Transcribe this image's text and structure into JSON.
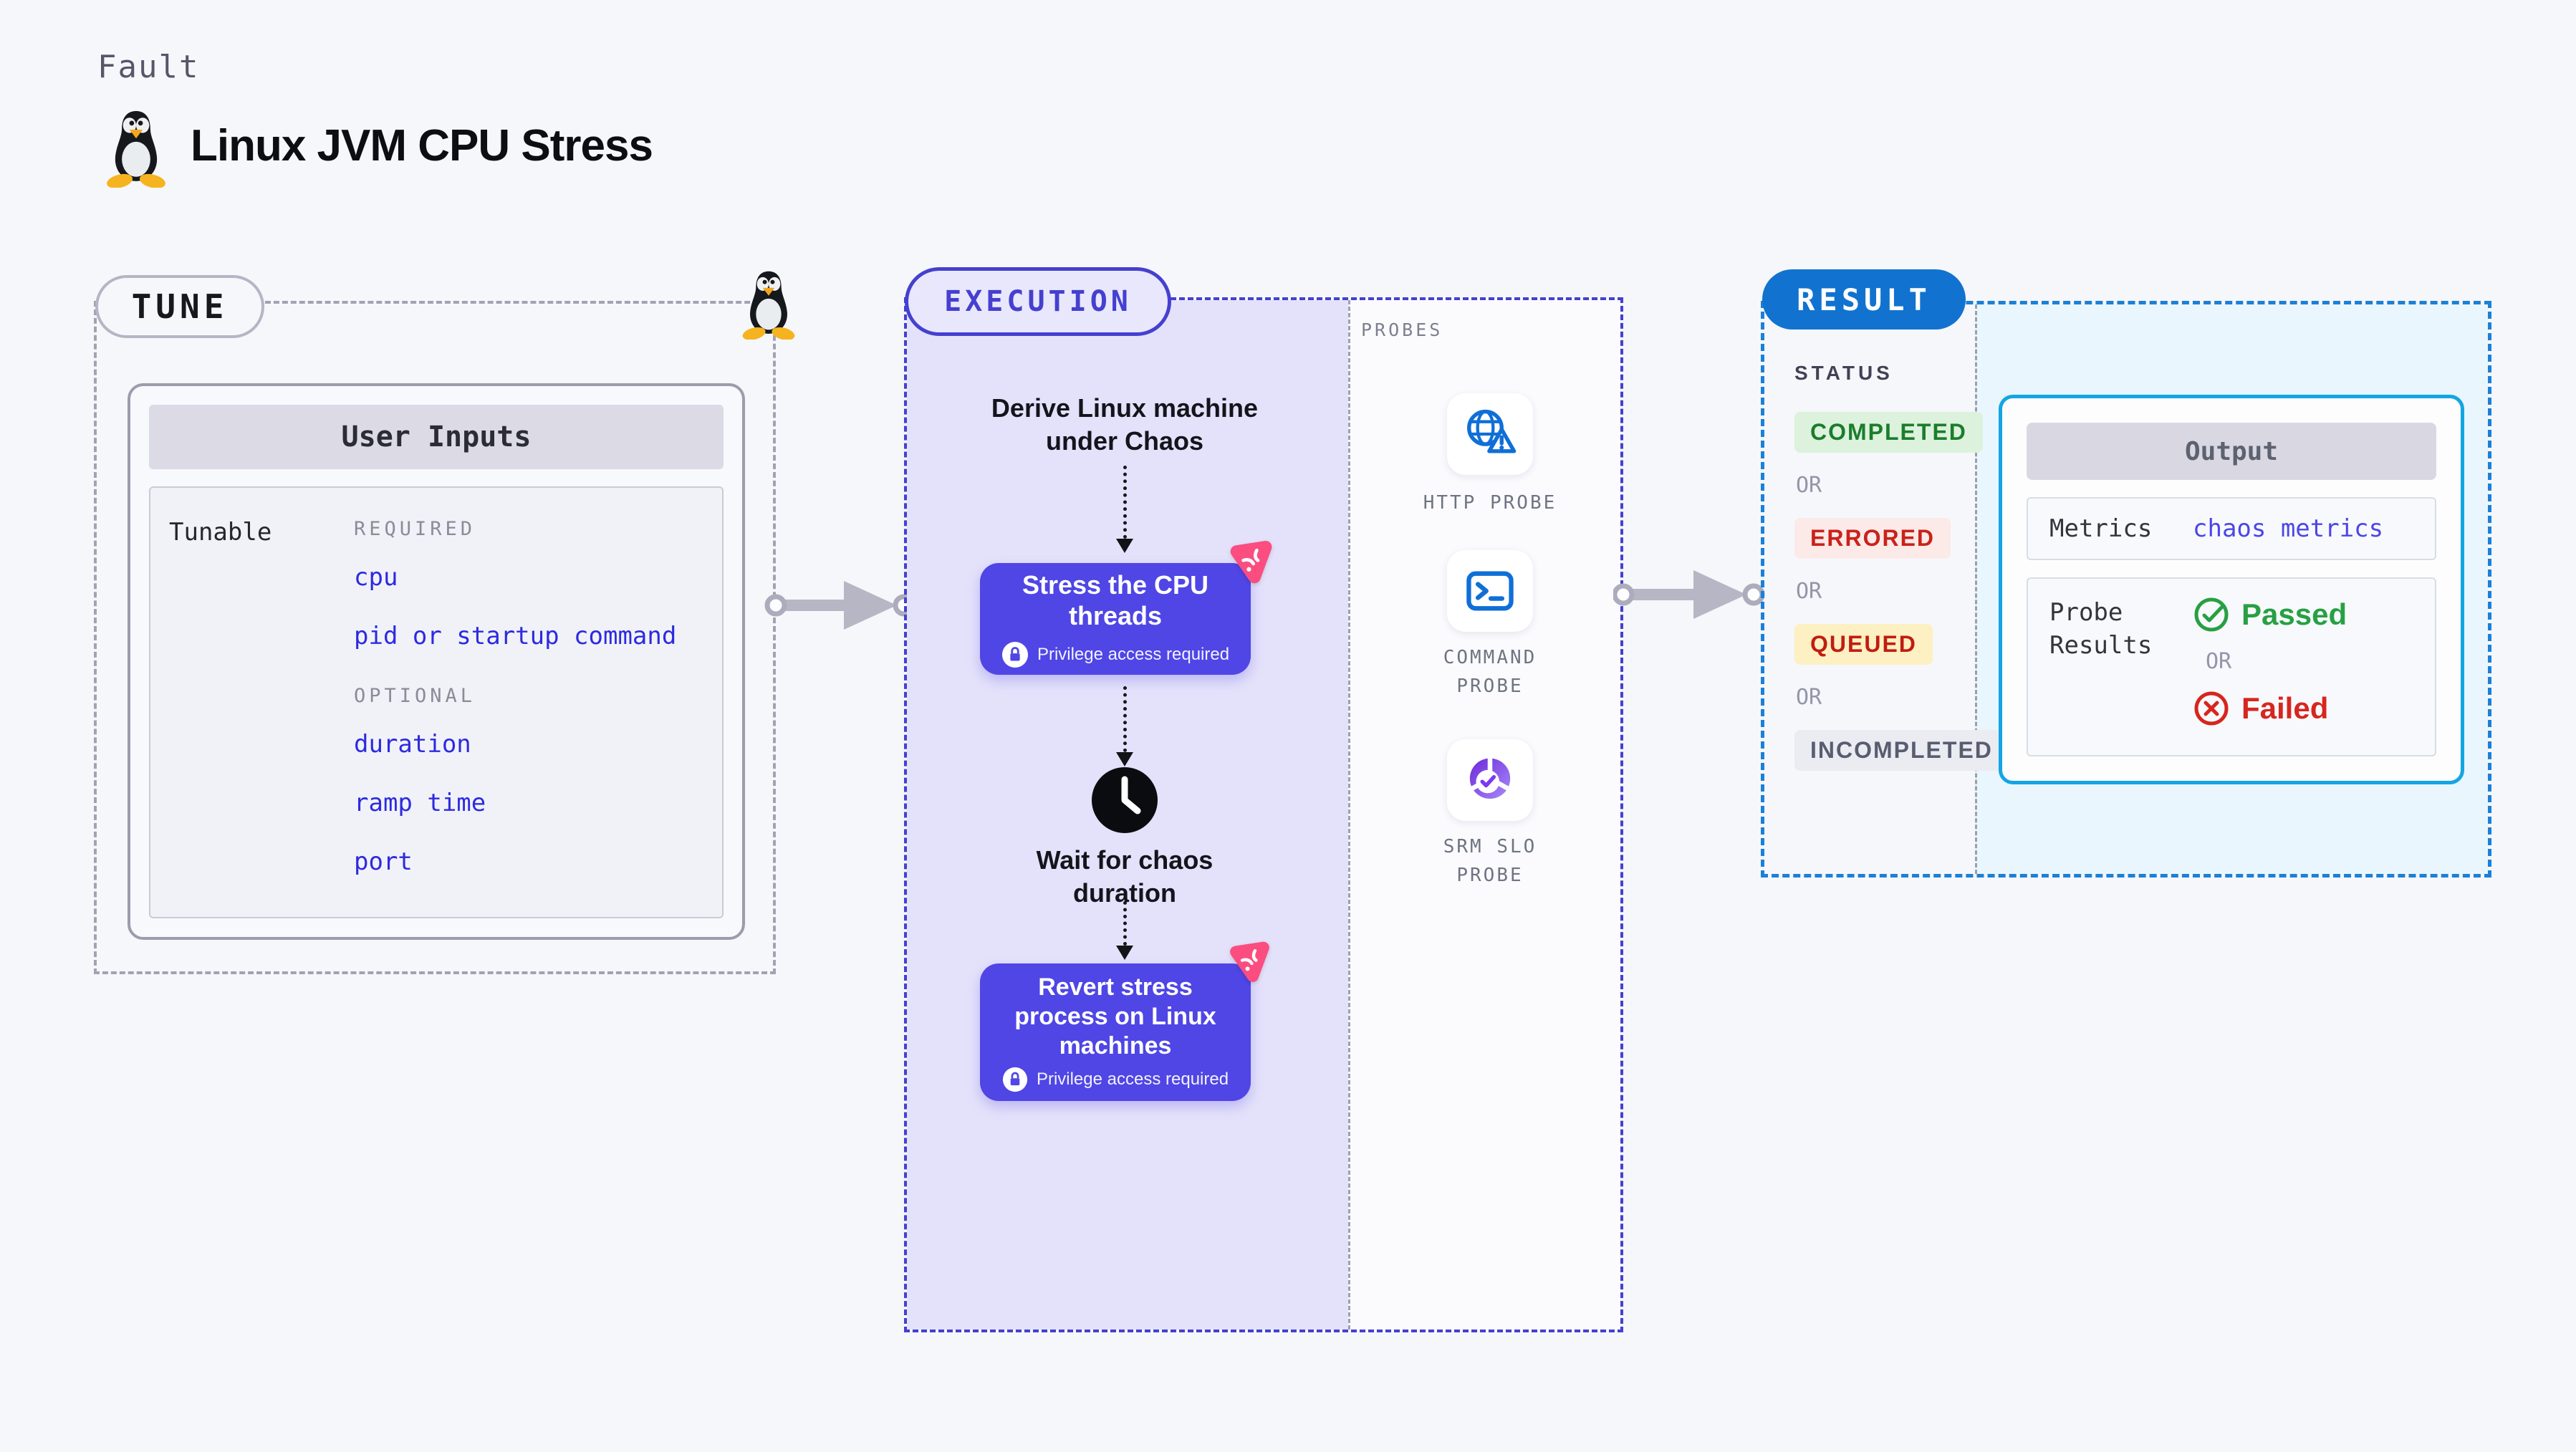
{
  "page": {
    "fault_label": "Fault",
    "title": "Linux JVM CPU Stress"
  },
  "tune": {
    "label": "TUNE",
    "card_header": "User Inputs",
    "row_label": "Tunable",
    "required_label": "REQUIRED",
    "required_items": [
      "cpu",
      "pid or startup command"
    ],
    "optional_label": "OPTIONAL",
    "optional_items": [
      "duration",
      "ramp time",
      "port"
    ]
  },
  "execution": {
    "label": "EXECUTION",
    "probes_label": "PROBES",
    "derive_step": "Derive Linux machine under Chaos",
    "stress_step": "Stress the CPU threads",
    "privilege_note": "Privilege access required",
    "wait_step": "Wait for chaos duration",
    "revert_step": "Revert stress process on Linux machines",
    "probes": [
      {
        "name": "HTTP PROBE",
        "icon": "globe-alert-icon"
      },
      {
        "name": "COMMAND PROBE",
        "icon": "terminal-icon"
      },
      {
        "name": "SRM SLO PROBE",
        "icon": "slo-donut-icon"
      }
    ]
  },
  "result": {
    "label": "RESULT",
    "status_label": "STATUS",
    "or_label": "OR",
    "statuses": [
      {
        "text": "COMPLETED",
        "fg": "#1b7d2c",
        "bg": "#dcf2dc"
      },
      {
        "text": "ERRORED",
        "fg": "#c9221a",
        "bg": "#fbeae8"
      },
      {
        "text": "QUEUED",
        "fg": "#c01d12",
        "bg": "#fdf0c2"
      },
      {
        "text": "INCOMPLETED",
        "fg": "#585d70",
        "bg": "#eaecf2"
      }
    ],
    "output": {
      "header": "Output",
      "metrics_label": "Metrics",
      "metrics_value": "chaos metrics",
      "probe_label": "Probe Results",
      "passed": "Passed",
      "or_label": "OR",
      "failed": "Failed"
    }
  },
  "colors": {
    "node_purple": "#4f46e5",
    "execution_indigo": "#4540cf",
    "result_blue": "#1173cf",
    "output_border": "#14a5e3",
    "link_blue": "#2d2ae0",
    "passed_green": "#27a043",
    "failed_red": "#d6261f",
    "chaos_pink": "#fb4d80"
  }
}
